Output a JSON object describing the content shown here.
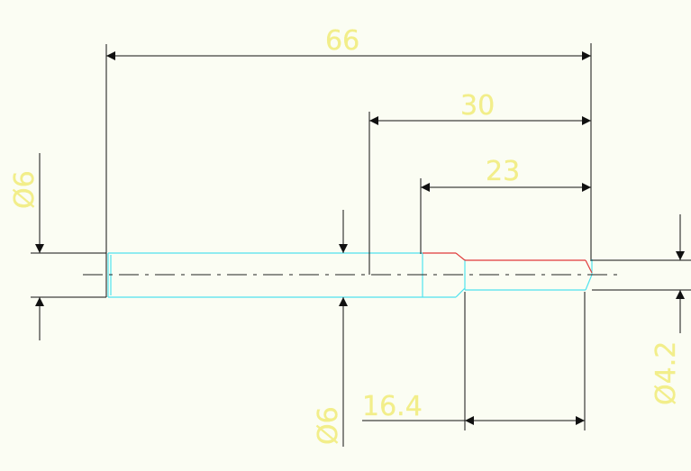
{
  "drawing": {
    "colors": {
      "background": "#fbfdf3",
      "dimension_line": "#111111",
      "dimension_text": "#f2ee8a",
      "part_outline": "#4fe3ee",
      "highlight_edge": "#e03a3a",
      "center_line": "#222222"
    },
    "dimensions": {
      "overall_length": "66",
      "length_30": "30",
      "length_23": "23",
      "length_16_4": "16.4",
      "dia_left": "Ø6",
      "dia_mid": "Ø6",
      "dia_right": "Ø4.2"
    }
  }
}
